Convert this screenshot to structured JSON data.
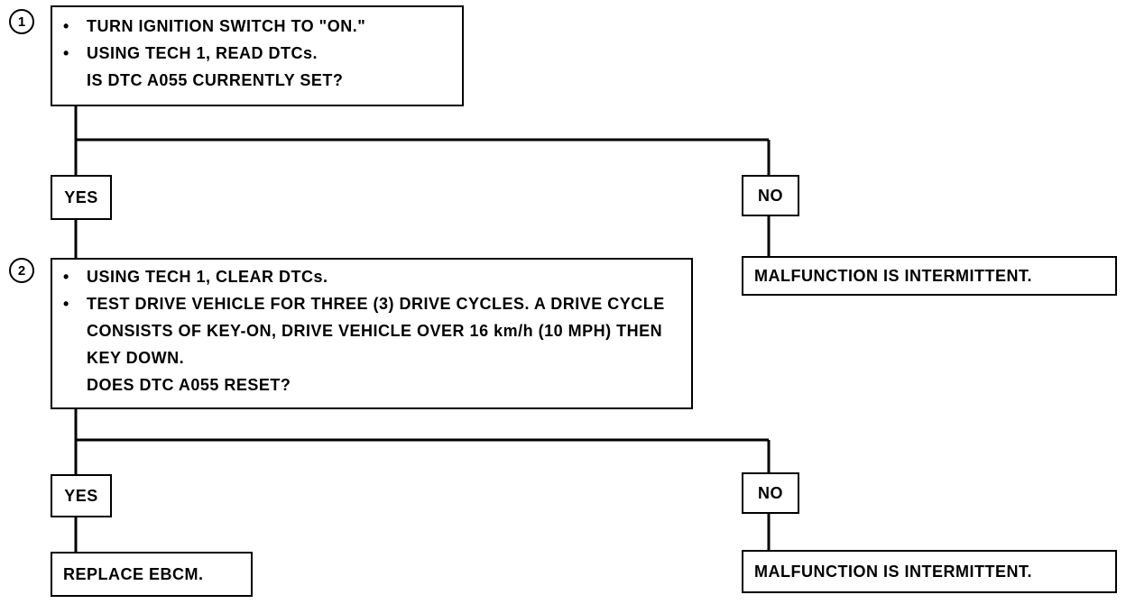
{
  "step1": {
    "number": "1",
    "bullets": [
      "TURN IGNITION SWITCH TO \"ON.\"",
      "USING TECH 1, READ DTCs."
    ],
    "question": "IS DTC A055 CURRENTLY SET?",
    "yes_label": "YES",
    "no_label": "NO",
    "no_result": "MALFUNCTION IS INTERMITTENT."
  },
  "step2": {
    "number": "2",
    "bullets": [
      "USING TECH 1, CLEAR DTCs.",
      "TEST DRIVE VEHICLE FOR THREE (3) DRIVE CYCLES.  A DRIVE CYCLE CONSISTS OF KEY-ON, DRIVE VEHICLE OVER 16 km/h (10 MPH) THEN KEY DOWN."
    ],
    "question": "DOES DTC A055 RESET?",
    "yes_label": "YES",
    "no_label": "NO",
    "yes_result": "REPLACE EBCM.",
    "no_result": "MALFUNCTION IS INTERMITTENT."
  },
  "bullet_glyph": "•"
}
